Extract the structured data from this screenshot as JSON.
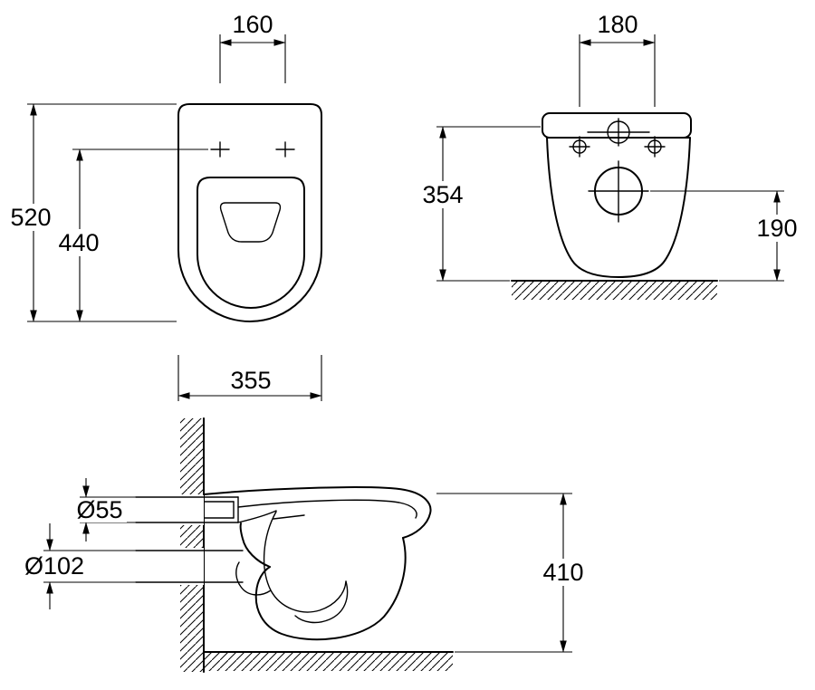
{
  "drawing_title": "wall-hung-toilet-dimension-drawing",
  "colors": {
    "line": "#000000",
    "background": "#ffffff"
  },
  "views": {
    "plan": {
      "mounting_hole_spacing": "160",
      "overall_depth": "520",
      "hole_to_front": "440",
      "overall_width": "355"
    },
    "rear": {
      "mounting_hole_spacing": "180",
      "overall_height": "354",
      "drain_center_height": "190"
    },
    "side": {
      "flush_pipe_diameter": "Ø55",
      "drain_pipe_diameter": "Ø102",
      "rim_height": "410"
    }
  }
}
